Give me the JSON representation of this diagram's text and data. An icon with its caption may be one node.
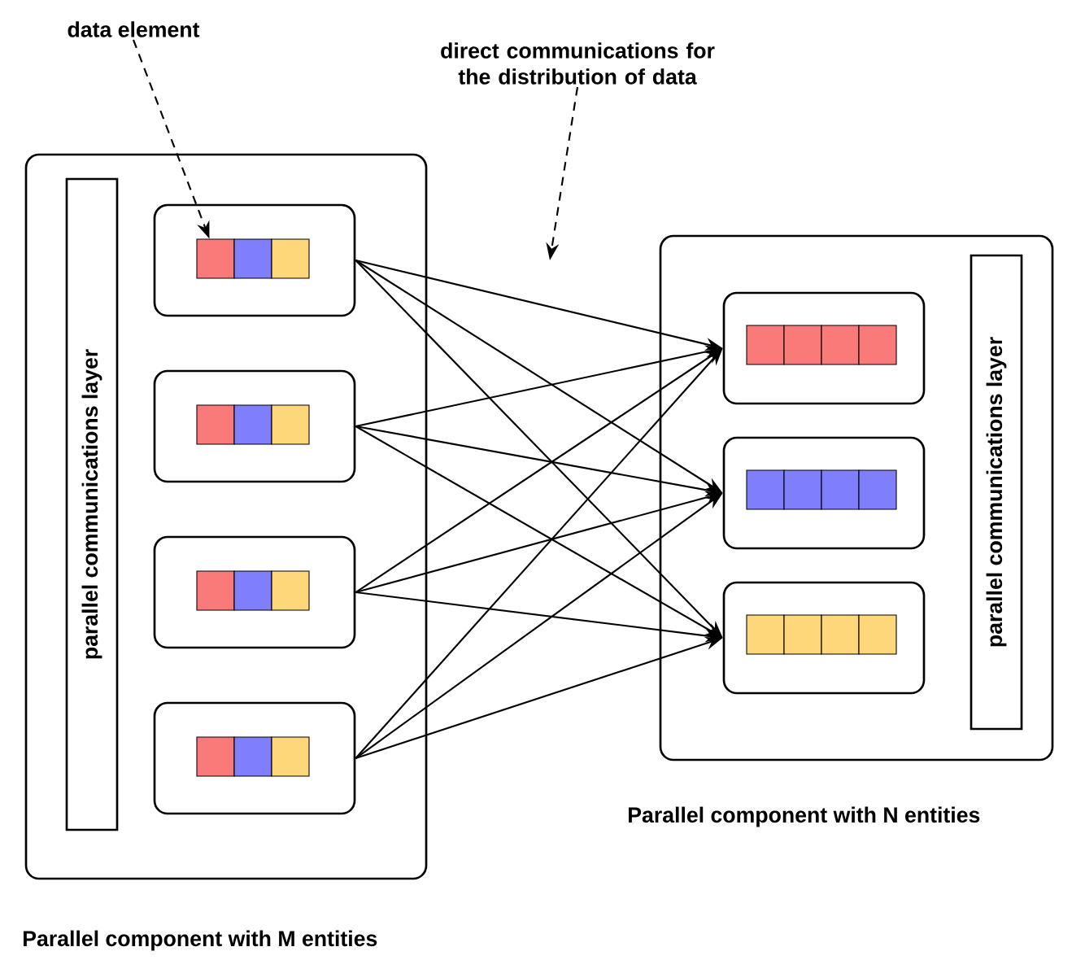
{
  "diagram": {
    "nodes": [
      {
        "text": [
          "Parallel component with M entities"
        ]
      },
      {
        "text": [
          "parallel communications layer"
        ],
        "in": 0
      },
      {
        "text": [],
        "shape": "box",
        "in": 0
      },
      {
        "text": [],
        "shape": "box",
        "in": 0
      },
      {
        "text": [],
        "shape": "box",
        "in": 0
      },
      {
        "text": [],
        "shape": "box",
        "in": 0
      },
      {
        "text": [],
        "shape": "bar",
        "in": 2
      },
      {
        "text": [
          "Parallel component with N entities"
        ]
      },
      {
        "text": [],
        "shape": "box",
        "in": 7
      },
      {
        "text": [],
        "shape": "box",
        "in": 7
      },
      {
        "text": [],
        "shape": "box",
        "in": 7
      },
      {
        "text": [
          "parallel communications layer"
        ],
        "in": 7
      },
      {
        "text": [
          "data element"
        ]
      },
      {
        "text": [
          "direct communications for the distribution of data"
        ]
      }
    ],
    "edges": [
      {
        "from": 2,
        "to": 8,
        "arrow": "to"
      },
      {
        "from": 2,
        "to": 9,
        "arrow": "to"
      },
      {
        "from": 2,
        "to": 10,
        "arrow": "to"
      },
      {
        "from": 3,
        "to": 8,
        "arrow": "to"
      },
      {
        "from": 3,
        "to": 9,
        "arrow": "to"
      },
      {
        "from": 3,
        "to": 10,
        "arrow": "to"
      },
      {
        "from": 4,
        "to": 8,
        "arrow": "to"
      },
      {
        "from": 4,
        "to": 9,
        "arrow": "to"
      },
      {
        "from": 4,
        "to": 10,
        "arrow": "to"
      },
      {
        "from": 5,
        "to": 8,
        "arrow": "to"
      },
      {
        "from": 5,
        "to": 9,
        "arrow": "to"
      },
      {
        "from": 5,
        "to": 10,
        "arrow": "to"
      },
      {
        "from": 12,
        "to": 6,
        "arrow": "to",
        "style": "dashed"
      },
      {
        "from": 13,
        "to": null,
        "arrow": "to",
        "style": "dashed"
      }
    ]
  }
}
